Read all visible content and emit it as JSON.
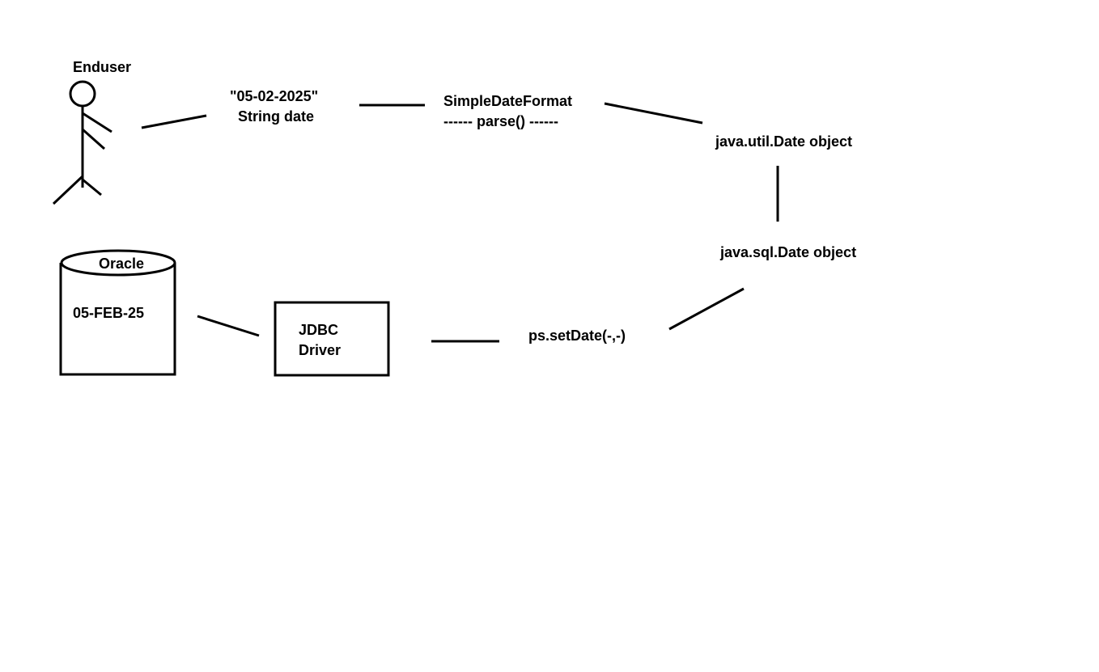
{
  "actor": {
    "label": "Enduser"
  },
  "string_date": {
    "value": "\"05-02-2025\"",
    "label": "String date"
  },
  "formatter": {
    "class_name": "SimpleDateFormat",
    "method": "------ parse() ------"
  },
  "util_date": {
    "label": "java.util.Date object"
  },
  "sql_date": {
    "label": "java.sql.Date object"
  },
  "set_date": {
    "label": "ps.setDate(-,-)"
  },
  "driver": {
    "line1": "JDBC",
    "line2": "Driver"
  },
  "database": {
    "label": "Oracle",
    "stored_value": "05-FEB-25"
  }
}
